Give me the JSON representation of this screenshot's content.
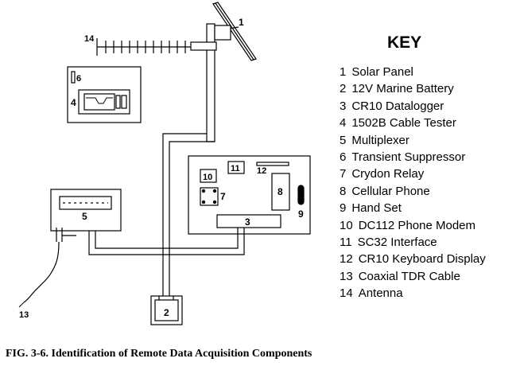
{
  "key": {
    "title": "KEY",
    "items": [
      {
        "number": "1",
        "label": "Solar Panel"
      },
      {
        "number": "2",
        "label": "12V Marine Battery"
      },
      {
        "number": "3",
        "label": "CR10 Datalogger"
      },
      {
        "number": "4",
        "label": "1502B Cable Tester"
      },
      {
        "number": "5",
        "label": "Multiplexer"
      },
      {
        "number": "6",
        "label": "Transient Suppressor"
      },
      {
        "number": "7",
        "label": "Crydon Relay"
      },
      {
        "number": "8",
        "label": "Cellular Phone"
      },
      {
        "number": "9",
        "label": "Hand Set"
      },
      {
        "number": "10",
        "label": "DC112 Phone Modem"
      },
      {
        "number": "11",
        "label": "SC32 Interface"
      },
      {
        "number": "12",
        "label": "CR10 Keyboard Display"
      },
      {
        "number": "13",
        "label": "Coaxial TDR Cable"
      },
      {
        "number": "14",
        "label": "Antenna"
      }
    ]
  },
  "diagram": {
    "callouts": {
      "solar_panel": "1",
      "battery": "2",
      "datalogger": "3",
      "cable_tester": "4",
      "multiplexer": "5",
      "transient_suppressor": "6",
      "relay": "7",
      "cellular_phone": "8",
      "hand_set": "9",
      "phone_modem": "10",
      "sc32_interface": "11",
      "keyboard_display": "12",
      "tdr_cable": "13",
      "antenna": "14"
    }
  },
  "caption": "FIG. 3-6.  Identification of Remote Data Acquisition Components"
}
